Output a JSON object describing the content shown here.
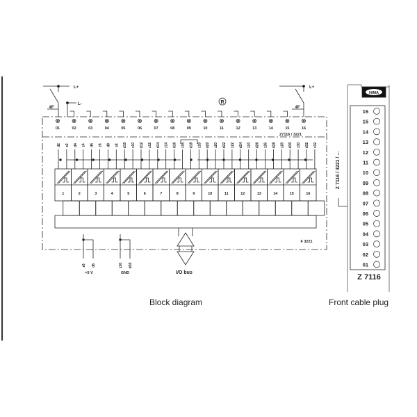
{
  "block_diagram": {
    "caption": "Block diagram",
    "supply_plus": "L+",
    "supply_minus": "L-",
    "fuse_left": "4F",
    "fuse_right": "4F",
    "relay_symbol": "R",
    "terminal_ref": "Z7116 / 3221",
    "leds": [
      "01",
      "02",
      "03",
      "04",
      "05",
      "06",
      "07",
      "08",
      "09",
      "10",
      "11",
      "12",
      "13",
      "14",
      "15",
      "16"
    ],
    "pins": [
      "d2",
      "z2",
      "d4",
      "z4",
      "d6",
      "z6",
      "d8",
      "z8",
      "d10",
      "z10",
      "d12",
      "z12",
      "d14",
      "z14",
      "d16",
      "z16",
      "d18",
      "z18",
      "d20",
      "z20",
      "d22",
      "z22",
      "d24",
      "z24",
      "d26",
      "z26",
      "d28",
      "z28",
      "d30",
      "z30",
      "d32",
      "z32"
    ],
    "channels": [
      "1",
      "2",
      "3",
      "4",
      "5",
      "6",
      "7",
      "8",
      "9",
      "10",
      "11",
      "12",
      "13",
      "14",
      "15",
      "16"
    ],
    "module_name": "F 3221",
    "power_pins": [
      "z6",
      "d6"
    ],
    "power_label": "+5 V",
    "gnd_pins": [
      "z30",
      "d30"
    ],
    "gnd_label": "GND",
    "bus_label": "I/O bus",
    "cable_ref": "Z 7116 / 3221 / ..."
  },
  "front_plug": {
    "caption": "Front cable plug",
    "logo": "HIMA",
    "model": "Z 7116",
    "leds": [
      "16",
      "15",
      "14",
      "13",
      "12",
      "11",
      "10",
      "09",
      "08",
      "07",
      "06",
      "05",
      "04",
      "03",
      "02",
      "01"
    ]
  }
}
